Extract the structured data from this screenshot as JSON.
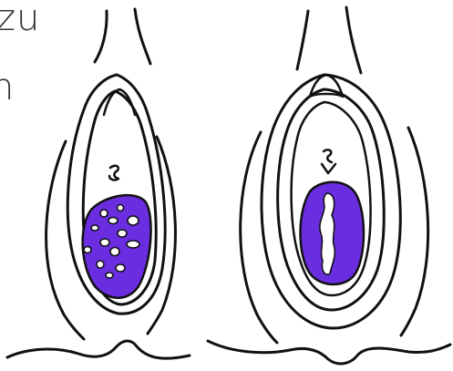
{
  "text_fragments": [
    "zu",
    "n"
  ],
  "colors": {
    "fill": "#6a2ee0",
    "line": "#111111",
    "background": "#ffffff"
  },
  "figures": [
    {
      "id": "left",
      "label": ""
    },
    {
      "id": "right",
      "label": ""
    }
  ]
}
